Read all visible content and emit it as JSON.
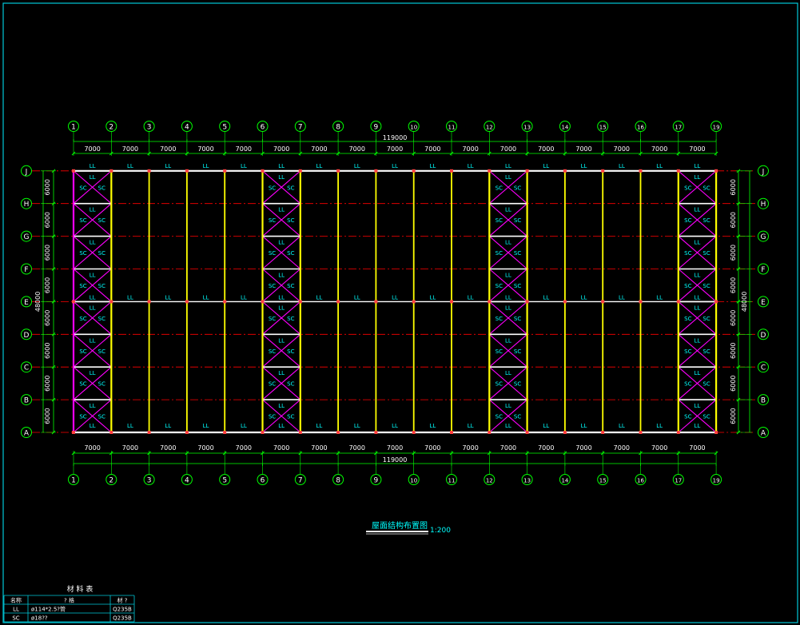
{
  "grid": {
    "columns": [
      "1",
      "2",
      "3",
      "4",
      "5",
      "6",
      "7",
      "8",
      "9",
      "10",
      "11",
      "12",
      "13",
      "14",
      "15",
      "16",
      "17",
      "19"
    ],
    "rows": [
      "A",
      "B",
      "C",
      "D",
      "E",
      "F",
      "G",
      "H",
      "J"
    ],
    "bay_spacing_label": "7000",
    "row_spacing_label": "6000",
    "total_length_label": "119000",
    "total_width_label": "48000",
    "bay_spacing_mm": 7000,
    "row_spacing_mm": 6000
  },
  "members": {
    "tie_label": "LL",
    "brace_label": "SC",
    "braced_bays": [
      [
        0,
        1
      ],
      [
        5,
        6
      ],
      [
        11,
        12
      ],
      [
        16,
        17
      ]
    ],
    "yellow_columns": [
      1,
      2,
      3,
      4,
      5,
      6,
      7,
      8,
      9,
      10,
      11,
      12,
      13,
      14,
      15,
      16,
      17
    ]
  },
  "drawing_title": "屋面结构布置图",
  "drawing_scale": "1:200",
  "material_table": {
    "title": "材 料 表",
    "headers": [
      "名称",
      "? 格",
      "材 ?"
    ],
    "rows": [
      [
        "LL",
        "ø114*2.5?管",
        "Q235B"
      ],
      [
        "SC",
        "ø18??",
        "Q235B"
      ]
    ]
  },
  "colors": {
    "background": "#000000",
    "border": "#00c8d8",
    "dimension": "#00ff00",
    "text": "#ffffff",
    "brace": "#ff00ff",
    "column": "#ffff00",
    "gridline": "#ff0000",
    "beam": "#ffffff",
    "label_cyan": "#00ffff",
    "node": "#ff4040"
  }
}
